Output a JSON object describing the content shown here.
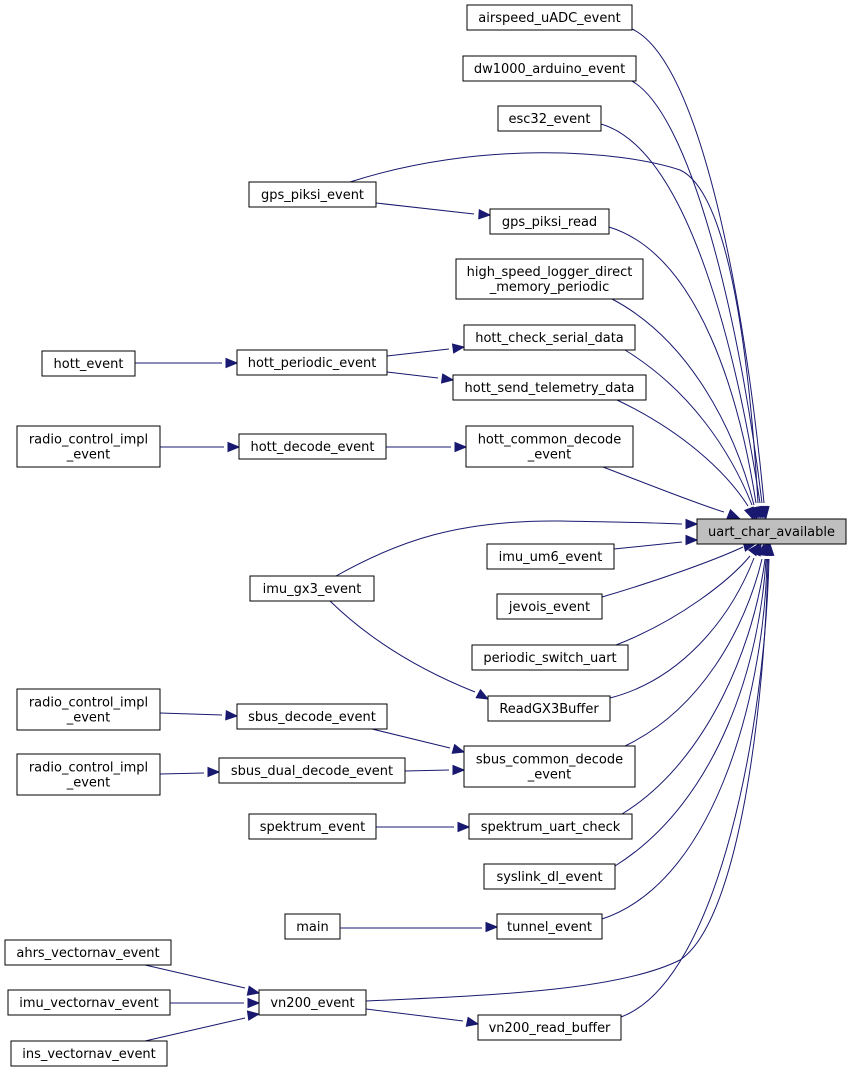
{
  "diagram": {
    "nodes": {
      "n_uca": [
        "uart_char_available"
      ],
      "n_airspeed": [
        "airspeed_uADC_event"
      ],
      "n_dw1000": [
        "dw1000_arduino_event"
      ],
      "n_esc32": [
        "esc32_event"
      ],
      "n_gpspiksi_ev": [
        "gps_piksi_event"
      ],
      "n_gpspiksi_rd": [
        "gps_piksi_read"
      ],
      "n_hsl": [
        "high_speed_logger_direct",
        "_memory_periodic"
      ],
      "n_hott_check": [
        "hott_check_serial_data"
      ],
      "n_hott_event": [
        "hott_event"
      ],
      "n_hott_periodic": [
        "hott_periodic_event"
      ],
      "n_hott_send": [
        "hott_send_telemetry_data"
      ],
      "n_rc1": [
        "radio_control_impl",
        "_event"
      ],
      "n_hott_decode": [
        "hott_decode_event"
      ],
      "n_hott_common": [
        "hott_common_decode",
        "_event"
      ],
      "n_imu_gx3": [
        "imu_gx3_event"
      ],
      "n_imu_um6": [
        "imu_um6_event"
      ],
      "n_jevois": [
        "jevois_event"
      ],
      "n_periodic_switch": [
        "periodic_switch_uart"
      ],
      "n_readgx3": [
        "ReadGX3Buffer"
      ],
      "n_rc2": [
        "radio_control_impl",
        "_event"
      ],
      "n_sbus_decode": [
        "sbus_decode_event"
      ],
      "n_sbus_common": [
        "sbus_common_decode",
        "_event"
      ],
      "n_rc3": [
        "radio_control_impl",
        "_event"
      ],
      "n_sbus_dual": [
        "sbus_dual_decode_event"
      ],
      "n_spektrum_ev": [
        "spektrum_event"
      ],
      "n_spektrum_uart": [
        "spektrum_uart_check"
      ],
      "n_syslink": [
        "syslink_dl_event"
      ],
      "n_main": [
        "main"
      ],
      "n_tunnel": [
        "tunnel_event"
      ],
      "n_ahrs_vn": [
        "ahrs_vectornav_event"
      ],
      "n_imu_vn": [
        "imu_vectornav_event"
      ],
      "n_ins_vn": [
        "ins_vectornav_event"
      ],
      "n_vn200_ev": [
        "vn200_event"
      ],
      "n_vn200_rb": [
        "vn200_read_buffer"
      ]
    },
    "edges": [
      [
        "n_airspeed",
        "n_uca"
      ],
      [
        "n_dw1000",
        "n_uca"
      ],
      [
        "n_esc32",
        "n_uca"
      ],
      [
        "n_gpspiksi_ev",
        "n_uca"
      ],
      [
        "n_gpspiksi_ev",
        "n_gpspiksi_rd"
      ],
      [
        "n_gpspiksi_rd",
        "n_uca"
      ],
      [
        "n_hsl",
        "n_uca"
      ],
      [
        "n_hott_check",
        "n_uca"
      ],
      [
        "n_hott_event",
        "n_hott_periodic"
      ],
      [
        "n_hott_periodic",
        "n_hott_check"
      ],
      [
        "n_hott_periodic",
        "n_hott_send"
      ],
      [
        "n_hott_send",
        "n_uca"
      ],
      [
        "n_rc1",
        "n_hott_decode"
      ],
      [
        "n_hott_decode",
        "n_hott_common"
      ],
      [
        "n_hott_common",
        "n_uca"
      ],
      [
        "n_imu_gx3",
        "n_uca"
      ],
      [
        "n_imu_gx3",
        "n_readgx3"
      ],
      [
        "n_imu_um6",
        "n_uca"
      ],
      [
        "n_jevois",
        "n_uca"
      ],
      [
        "n_periodic_switch",
        "n_uca"
      ],
      [
        "n_readgx3",
        "n_uca"
      ],
      [
        "n_rc2",
        "n_sbus_decode"
      ],
      [
        "n_sbus_decode",
        "n_sbus_common"
      ],
      [
        "n_sbus_common",
        "n_uca"
      ],
      [
        "n_rc3",
        "n_sbus_dual"
      ],
      [
        "n_sbus_dual",
        "n_sbus_common"
      ],
      [
        "n_spektrum_ev",
        "n_spektrum_uart"
      ],
      [
        "n_spektrum_uart",
        "n_uca"
      ],
      [
        "n_syslink",
        "n_uca"
      ],
      [
        "n_main",
        "n_tunnel"
      ],
      [
        "n_tunnel",
        "n_uca"
      ],
      [
        "n_ahrs_vn",
        "n_vn200_ev"
      ],
      [
        "n_imu_vn",
        "n_vn200_ev"
      ],
      [
        "n_ins_vn",
        "n_vn200_ev"
      ],
      [
        "n_vn200_ev",
        "n_uca"
      ],
      [
        "n_vn200_ev",
        "n_vn200_rb"
      ],
      [
        "n_vn200_rb",
        "n_uca"
      ]
    ],
    "colors": {
      "edge": "#191970",
      "root_fill": "#bfbfbf",
      "node_fill": "#ffffff",
      "node_stroke": "#000000"
    }
  }
}
